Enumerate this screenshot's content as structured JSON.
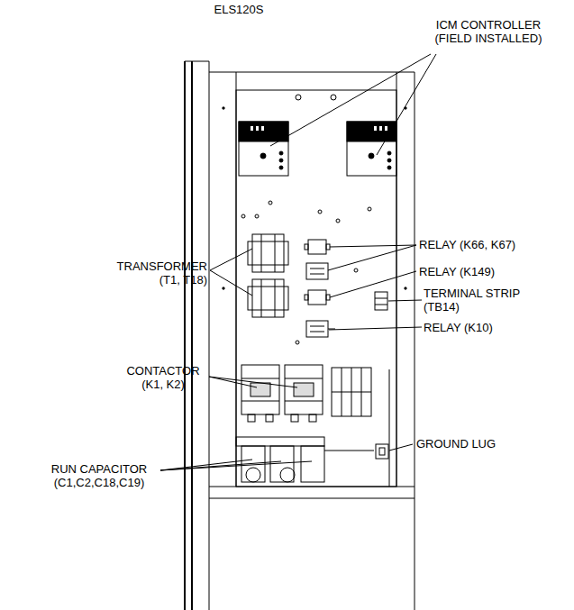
{
  "diagram": {
    "title": "ELS120S",
    "labels": [
      "ICM CONTROLLER (FIELD INSTALLED)",
      "TRANSFORMER (T1, T18)",
      "RELAY (K66, K67)",
      "RELAY (K149)",
      "TERMINAL STRIP (TB14)",
      "RELAY (K10)",
      "CONTACTOR (K1, K2)",
      "GROUND LUG",
      "RUN CAPACITOR (C1,C2,C18,C19)"
    ]
  }
}
